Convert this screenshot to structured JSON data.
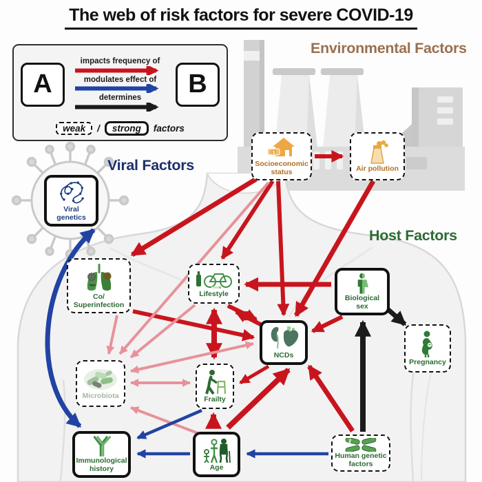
{
  "title": "The web of risk factors for severe COVID-19",
  "legend": {
    "box_a": "A",
    "box_b": "B",
    "arrow_rows": [
      {
        "label": "impacts frequency of",
        "color": "#c8151d",
        "meaning": "red-arrow"
      },
      {
        "label": "modulates effect of",
        "color": "#2143a3",
        "meaning": "blue-arrow"
      },
      {
        "label": "determines",
        "color": "#1b1b1b",
        "meaning": "black-arrow"
      }
    ],
    "weak_label": "weak",
    "separator": "/",
    "strong_label": "strong",
    "factors_label": "factors"
  },
  "sections": {
    "environmental": {
      "label": "Environmental Factors",
      "color": "#9a7050"
    },
    "viral": {
      "label": "Viral Factors",
      "color": "#1d2f6d"
    },
    "host": {
      "label": "Host Factors",
      "color": "#2c6b33"
    }
  },
  "nodes": [
    {
      "id": "socioeconomic-status",
      "label": "Socioeconomic status",
      "strength": "weak",
      "group": "environmental",
      "icon": "house-money-icon"
    },
    {
      "id": "air-pollution",
      "label": "Air pollution",
      "strength": "weak",
      "group": "environmental",
      "icon": "smokestack-icon"
    },
    {
      "id": "viral-genetics",
      "label": "Viral genetics",
      "strength": "strong",
      "group": "viral",
      "icon": "rna-icon"
    },
    {
      "id": "co-superinfection",
      "label": "Co/ Superinfection",
      "strength": "weak",
      "group": "host",
      "icon": "infected-lungs-icon"
    },
    {
      "id": "lifestyle",
      "label": "Lifestyle",
      "strength": "weak",
      "group": "host",
      "icon": "bicycle-bottle-icon"
    },
    {
      "id": "biological-sex",
      "label": "Biological sex",
      "strength": "strong",
      "group": "host",
      "icon": "male-female-icon"
    },
    {
      "id": "ncds",
      "label": "NCDs",
      "strength": "strong",
      "group": "host",
      "icon": "heart-kidney-icon"
    },
    {
      "id": "pregnancy",
      "label": "Pregnancy",
      "strength": "weak",
      "group": "host",
      "icon": "pregnant-woman-icon"
    },
    {
      "id": "microbiota",
      "label": "Microbiota",
      "strength": "weak",
      "group": "host",
      "icon": "bacteria-icon"
    },
    {
      "id": "frailty",
      "label": "Frailty",
      "strength": "weak",
      "group": "host",
      "icon": "elderly-walker-icon"
    },
    {
      "id": "immunological-history",
      "label": "Immunological history",
      "strength": "strong",
      "group": "host",
      "icon": "antibody-icon"
    },
    {
      "id": "age",
      "label": "Age",
      "strength": "strong",
      "group": "host",
      "icon": "generations-icon"
    },
    {
      "id": "human-genetic-factors",
      "label": "Human genetic factors",
      "strength": "weak",
      "group": "host",
      "icon": "chromosome-icon"
    }
  ],
  "edges": [
    {
      "from": "socioeconomic-status",
      "to": "air-pollution",
      "type": "impacts frequency of",
      "color": "#c8151d"
    },
    {
      "from": "socioeconomic-status",
      "to": "co-superinfection",
      "type": "impacts frequency of",
      "color": "#c8151d"
    },
    {
      "from": "socioeconomic-status",
      "to": "lifestyle",
      "type": "impacts frequency of",
      "color": "#c8151d"
    },
    {
      "from": "socioeconomic-status",
      "to": "ncds",
      "type": "impacts frequency of",
      "color": "#c8151d"
    },
    {
      "from": "socioeconomic-status",
      "to": "microbiota",
      "type": "impacts frequency of (weak)",
      "color": "#e8919a"
    },
    {
      "from": "air-pollution",
      "to": "ncds",
      "type": "impacts frequency of",
      "color": "#c8151d"
    },
    {
      "from": "biological-sex",
      "to": "lifestyle",
      "type": "impacts frequency of",
      "color": "#c8151d"
    },
    {
      "from": "biological-sex",
      "to": "ncds",
      "type": "impacts frequency of",
      "color": "#c8151d"
    },
    {
      "from": "lifestyle",
      "to": "ncds",
      "type": "impacts frequency of (both ways)",
      "color": "#c8151d"
    },
    {
      "from": "lifestyle",
      "to": "frailty",
      "type": "impacts frequency of (both ways)",
      "color": "#c8151d"
    },
    {
      "from": "lifestyle",
      "to": "microbiota",
      "type": "impacts frequency of (weak)",
      "color": "#e8919a"
    },
    {
      "from": "co-superinfection",
      "to": "ncds",
      "type": "impacts frequency of",
      "color": "#c8151d"
    },
    {
      "from": "co-superinfection",
      "to": "microbiota",
      "type": "impacts frequency of (weak)",
      "color": "#e8919a"
    },
    {
      "from": "ncds",
      "to": "frailty",
      "type": "impacts frequency of",
      "color": "#c8151d"
    },
    {
      "from": "microbiota",
      "to": "frailty",
      "type": "impacts frequency of (weak, both ways)",
      "color": "#e8919a"
    },
    {
      "from": "microbiota",
      "to": "ncds",
      "type": "impacts frequency of (weak, both ways)",
      "color": "#e8919a"
    },
    {
      "from": "age",
      "to": "frailty",
      "type": "impacts frequency of",
      "color": "#c8151d"
    },
    {
      "from": "age",
      "to": "ncds",
      "type": "impacts frequency of",
      "color": "#c8151d"
    },
    {
      "from": "age",
      "to": "microbiota",
      "type": "impacts frequency of (weak)",
      "color": "#e8919a"
    },
    {
      "from": "human-genetic-factors",
      "to": "ncds",
      "type": "impacts frequency of",
      "color": "#c8151d"
    },
    {
      "from": "viral-genetics",
      "to": "immunological-history",
      "type": "modulates effect of (both ways)",
      "color": "#2143a3"
    },
    {
      "from": "frailty",
      "to": "immunological-history",
      "type": "modulates effect of",
      "color": "#2143a3"
    },
    {
      "from": "age",
      "to": "immunological-history",
      "type": "modulates effect of",
      "color": "#2143a3"
    },
    {
      "from": "human-genetic-factors",
      "to": "age",
      "type": "modulates effect of",
      "color": "#2143a3"
    },
    {
      "from": "human-genetic-factors",
      "to": "biological-sex",
      "type": "determines",
      "color": "#1b1b1b"
    },
    {
      "from": "biological-sex",
      "to": "pregnancy",
      "type": "determines",
      "color": "#1b1b1b"
    }
  ],
  "colors": {
    "red_arrow": "#c8151d",
    "pink_arrow": "#e8919a",
    "blue_arrow": "#2143a3",
    "black_arrow": "#1b1b1b",
    "background_art": "#e3e3e3"
  }
}
